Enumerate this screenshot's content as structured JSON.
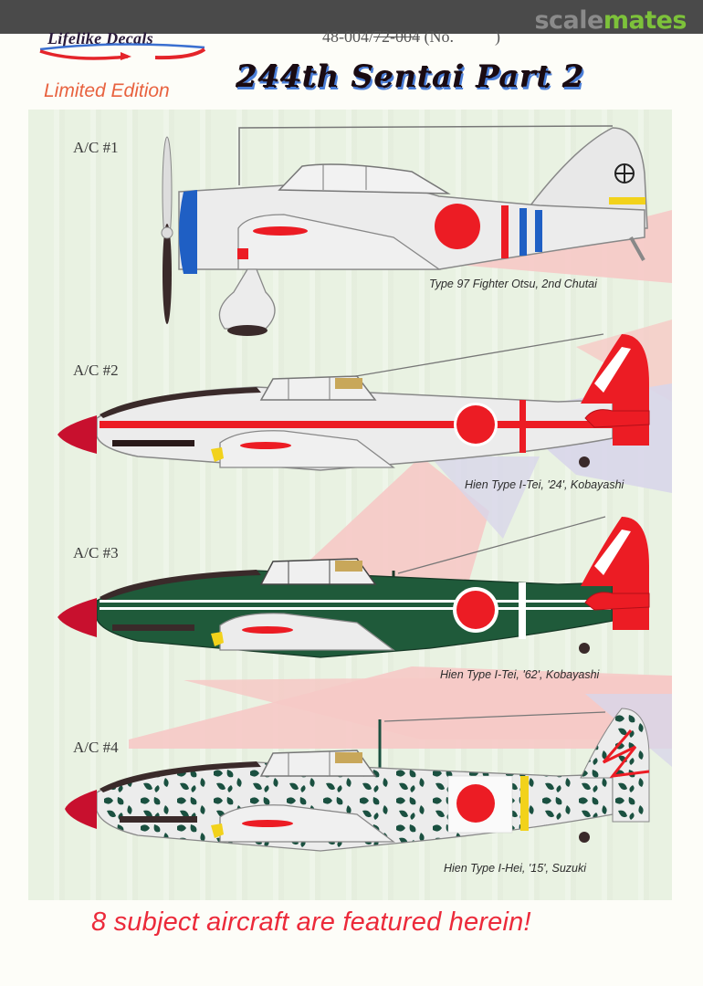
{
  "watermark": {
    "part1": "scale",
    "part2": "mates",
    "colors": {
      "part1": "#8a8a8a",
      "part2": "#7dc23a",
      "bar": "#4a4a4a"
    }
  },
  "header": {
    "brand": "Lifelike Decals",
    "edition": "Limited Edition",
    "catalog_prefix": "48-004/",
    "catalog_struck": "72-004",
    "catalog_suffix": " (No.          )",
    "title": "244th Sentai Part 2"
  },
  "aircraft": [
    {
      "label": "A/C #1",
      "caption": "Type 97 Fighter Otsu, 2nd Chutai",
      "scheme": "white",
      "rudder": "white"
    },
    {
      "label": "A/C #2",
      "caption": "Hien Type I-Tei, '24', Kobayashi",
      "scheme": "white-red-stripe",
      "rudder": "red"
    },
    {
      "label": "A/C #3",
      "caption": "Hien Type I-Tei, '62', Kobayashi",
      "scheme": "green",
      "rudder": "red"
    },
    {
      "label": "A/C #4",
      "caption": "Hien Type I-Hei, '15', Suzuki",
      "scheme": "mottle",
      "rudder": "mottle"
    }
  ],
  "footer": {
    "tagline": "8 subject aircraft are featured herein!"
  },
  "colors": {
    "panel_bg": "#e9f2e2",
    "hinomaru": "#ec1c24",
    "spinner": "#c8102e",
    "green": "#1f5a3a",
    "blue": "#1f5fc4",
    "yellow": "#f2d21b",
    "tagline": "#ec2a3a"
  }
}
